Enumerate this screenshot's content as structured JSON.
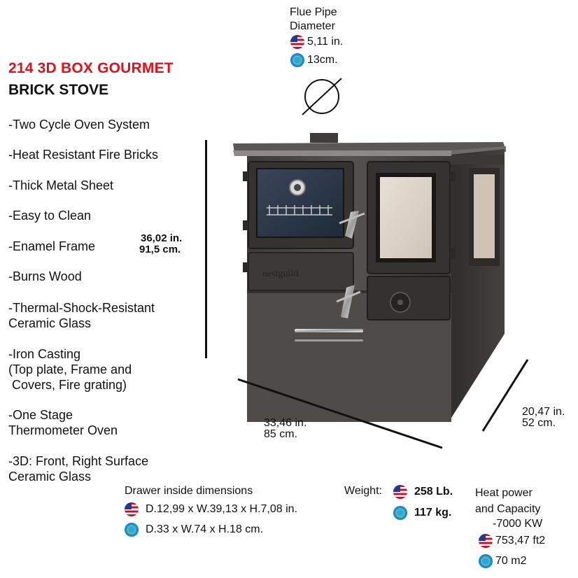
{
  "product": {
    "title_line1": "214 3D BOX GOURMET",
    "title_line2": "BRICK STOVE",
    "brand_plate": "nestguild"
  },
  "features": [
    "-Two Cycle Oven System",
    "-Heat Resistant Fire Bricks",
    "-Thick Metal Sheet",
    "-Easy to Clean",
    "-Enamel Frame",
    "-Burns Wood",
    "-Thermal-Shock-Resistant\nCeramic Glass",
    "-Iron Casting\n(Top plate, Frame and\n Covers, Fire grating)",
    "-One Stage\nThermometer Oven",
    "-3D: Front, Right Surface\nCeramic Glass"
  ],
  "flue": {
    "label_line1": "Flue Pipe",
    "label_line2": "Diameter",
    "imperial": "5,11 in.",
    "metric": "13cm."
  },
  "height": {
    "imperial": "36,02 in.",
    "metric": "91,5 cm."
  },
  "width": {
    "imperial": "33,46 in.",
    "metric": "85 cm."
  },
  "depth": {
    "imperial": "20,47 in.",
    "metric": "52 cm."
  },
  "drawer": {
    "label": "Drawer inside dimensions",
    "imperial": "D.12,99 x W.39,13 x H.7,08 in.",
    "metric": "D.33 x W.74 x H.18 cm."
  },
  "weight": {
    "label": "Weight:",
    "imperial": "258 Lb.",
    "metric": "117 kg."
  },
  "heat": {
    "label_line1": "Heat power",
    "label_line2": "and Capacity",
    "power": "-7000 KW",
    "imperial": "753,47 ft2",
    "metric": "70 m2"
  },
  "icons": {
    "us": "us-flag-icon",
    "eu": "eu-flag-icon",
    "diameter": "diameter-icon"
  },
  "colors": {
    "title_red": "#e0111b",
    "stove_body": "#4a4846",
    "stove_dark": "#2c2b2a"
  }
}
